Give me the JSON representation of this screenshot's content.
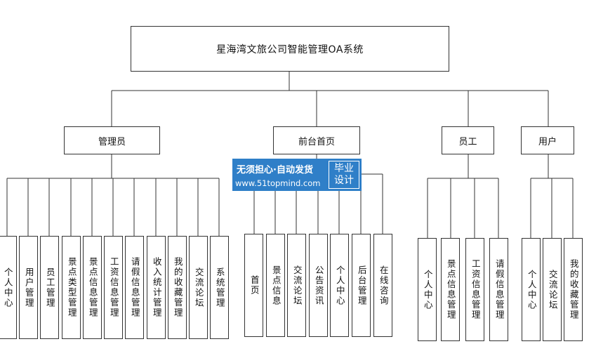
{
  "diagram": {
    "root": {
      "label": "星海湾文旅公司智能管理OA系统"
    },
    "groups": [
      {
        "label": "管理员",
        "children": [
          "个人中心",
          "用户管理",
          "员工管理",
          "景点类型管理",
          "景点信息管理",
          "工资信息管理",
          "请假信息管理",
          "收入统计管理",
          "我的收藏管理",
          "交流论坛",
          "系统管理"
        ]
      },
      {
        "label": "前台首页",
        "children": [
          "首页",
          "景点信息",
          "交流论坛",
          "公告资讯",
          "个人中心",
          "后台管理",
          "在线咨询"
        ]
      },
      {
        "label": "员工",
        "children": [
          "个人中心",
          "景点信息管理",
          "工资信息管理",
          "请假信息管理"
        ]
      },
      {
        "label": "用户",
        "children": [
          "个人中心",
          "交流论坛",
          "我的收藏管理"
        ]
      }
    ]
  },
  "watermark": {
    "slogan": "无须担心·自动发货",
    "url": "www.51topmind.com",
    "badge_line1": "毕业",
    "badge_line2": "设计"
  },
  "colors": {
    "line": "#333333",
    "watermark_bg": "#2f7fc8"
  }
}
